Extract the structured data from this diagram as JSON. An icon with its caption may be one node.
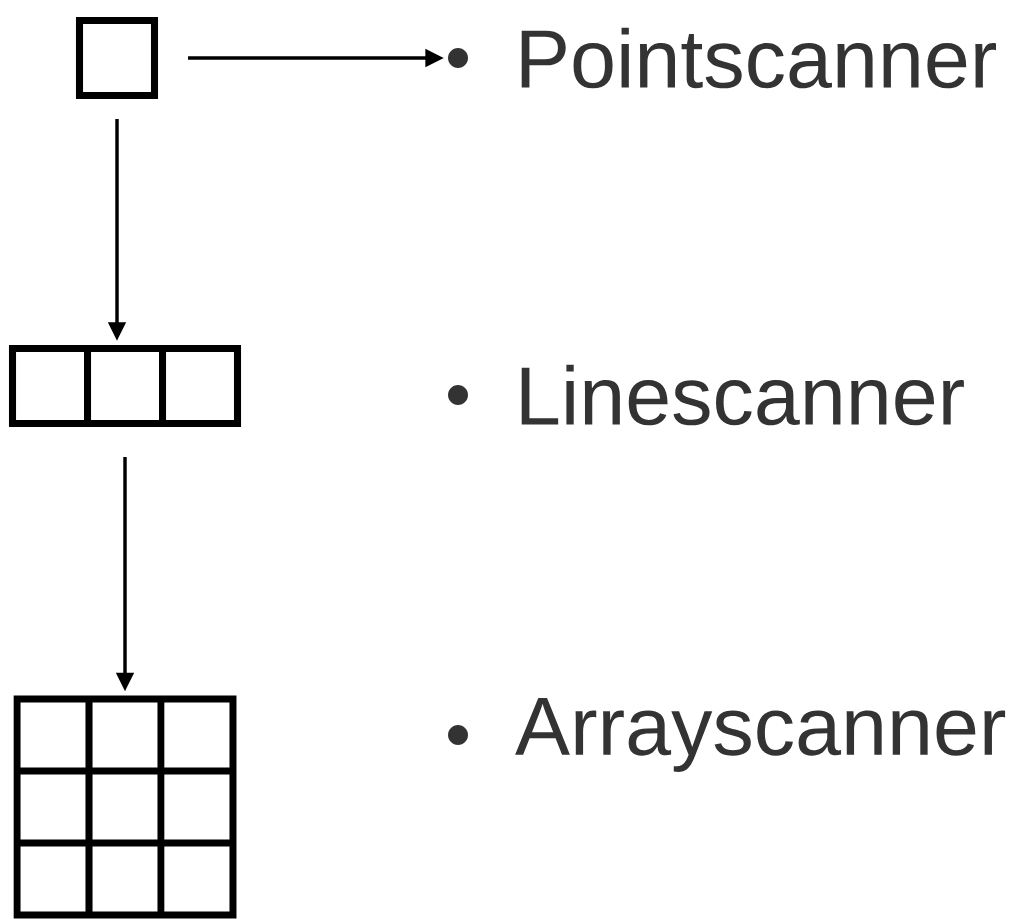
{
  "diagram": {
    "nodes": [
      {
        "text": [],
        "shape": "box"
      },
      {
        "text": [],
        "shape": "box"
      },
      {
        "text": [],
        "shape": "box"
      },
      {
        "text": [
          "Pointscanner"
        ]
      },
      {
        "text": [
          "Linescanner"
        ]
      },
      {
        "text": [
          "Arrayscanner"
        ]
      }
    ],
    "edges": [
      {
        "from": 0,
        "to": 3,
        "arrow": "to"
      },
      {
        "from": 0,
        "to": 1,
        "arrow": "to"
      },
      {
        "from": 1,
        "to": 2,
        "arrow": "to"
      }
    ]
  }
}
